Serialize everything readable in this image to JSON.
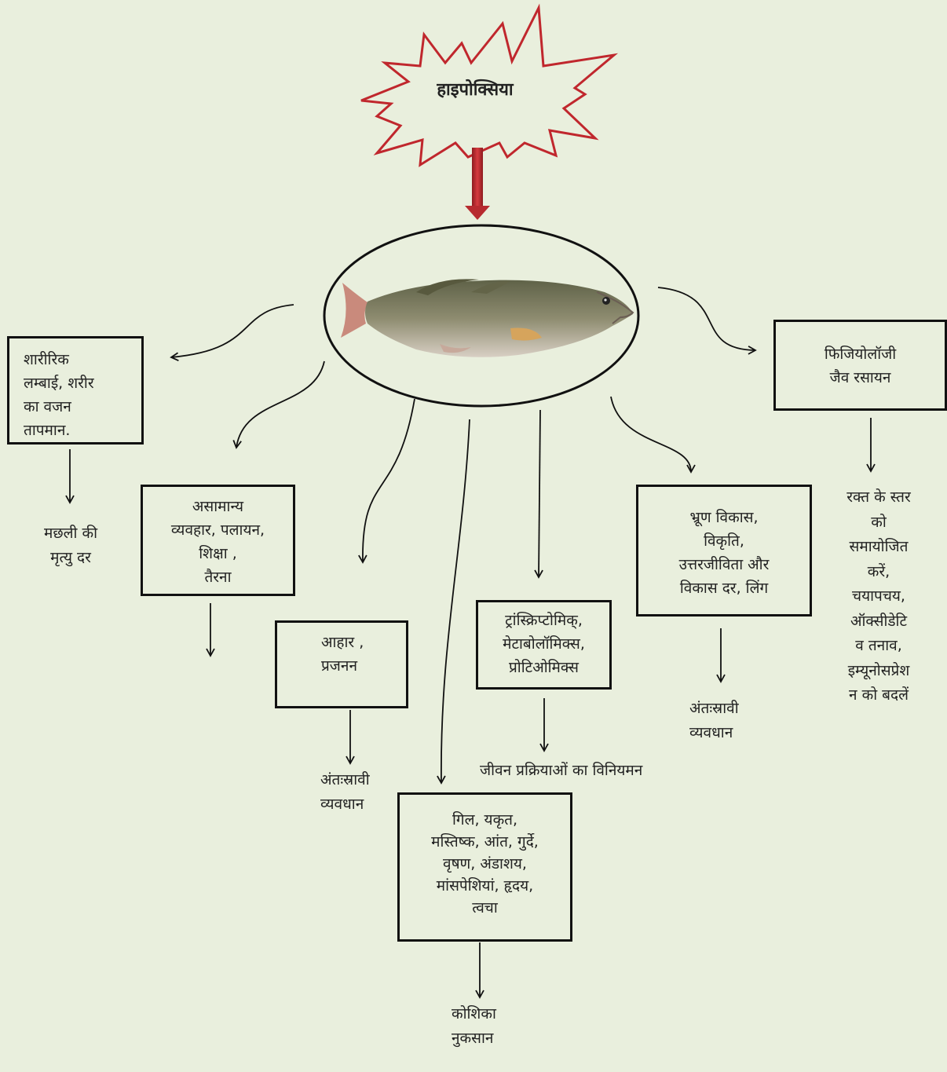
{
  "title": "हाइपोक्सिया",
  "center_image": "fish-photo",
  "colors": {
    "background": "#e9efdd",
    "burst_stroke": "#c0272d",
    "arrow_red": "#c0272d",
    "line": "#111111"
  },
  "nodes": {
    "body_metrics": [
      "शारीरिक",
      "लम्बाई, शरीर",
      "का वजन",
      "तापमान."
    ],
    "mortality": [
      "मछली की",
      "मृत्यु दर"
    ],
    "behavior": [
      "असामान्य",
      "व्यवहार, पलायन,",
      "शिक्षा ,",
      "तैरना"
    ],
    "diet": [
      "आहार ,",
      "प्रजनन"
    ],
    "endocrine_left": [
      "अंतःस्रावी",
      "व्यवधान"
    ],
    "organs": [
      "गिल, यकृत,",
      "मस्तिष्क, आंत, गुर्दे,",
      "वृषण, अंडाशय,",
      "मांसपेशियां, हृदय,",
      "त्वचा"
    ],
    "cell_damage": [
      "कोशिका",
      "नुकसान"
    ],
    "omics": [
      "ट्रांस्क्रिप्टोमिक्,",
      "मेटाबोलॉमिक्स,",
      "प्रोटिओमिक्स"
    ],
    "life_processes": [
      "जीवन प्रक्रियाओं का विनियमन"
    ],
    "embryo": [
      "भ्रूण विकास,",
      "विकृति,",
      "उत्तरजीविता और",
      "विकास दर, लिंग"
    ],
    "endocrine_right": [
      "अंतःस्रावी",
      "व्यवधान"
    ],
    "physiology": [
      "फिजियोलॉजी",
      "जैव रसायन"
    ],
    "blood": [
      "रक्त के स्तर",
      "को",
      "समायोजित",
      "करें,",
      "चयापचय,",
      "ऑक्सीडेटि",
      "व तनाव,",
      "इम्यूनोसप्रेश",
      "न को बदलें"
    ]
  }
}
